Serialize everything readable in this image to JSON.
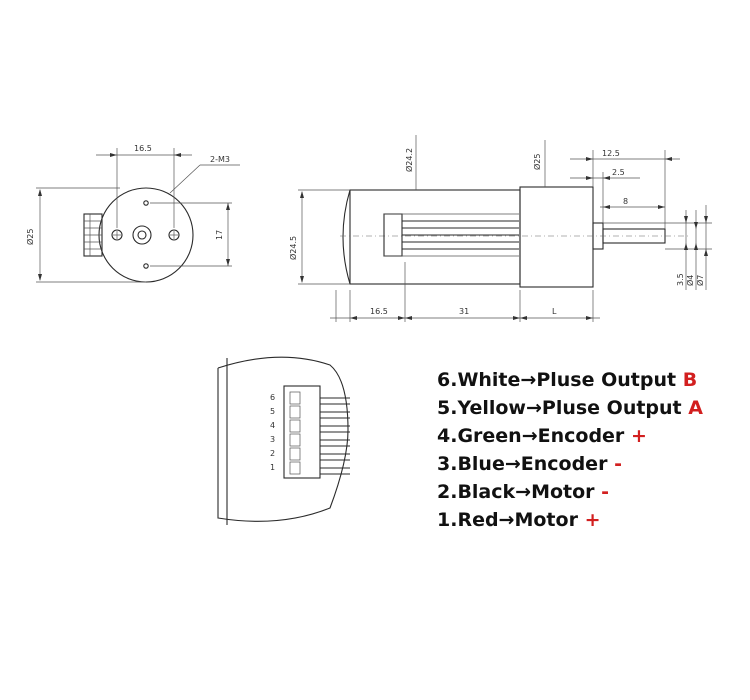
{
  "colors": {
    "line": "#2a2a2a",
    "sign": "#d21f1f",
    "text": "#111111"
  },
  "front_view": {
    "dimensions": {
      "d25": "Ø25",
      "w16_5": "16.5",
      "holes": "2-M3",
      "h17": "17"
    }
  },
  "side_view": {
    "dimensions": {
      "d24_2": "Ø24.2",
      "d25": "Ø25",
      "d24_5": "Ø24.5",
      "l12_5": "12.5",
      "l2_5": "2.5",
      "l8": "8",
      "l16_5": "16.5",
      "l31": "31",
      "lL": "L",
      "l3_5": "3.5",
      "d4": "Ø4",
      "d7": "Ø7"
    }
  },
  "connector_detail": {
    "pin_numbers": [
      "6",
      "5",
      "4",
      "3",
      "2",
      "1"
    ]
  },
  "legend": [
    {
      "text": "6.White→Pluse Output",
      "sign": "B"
    },
    {
      "text": "5.Yellow→Pluse Output",
      "sign": "A"
    },
    {
      "text": "4.Green→Encoder",
      "sign": "+"
    },
    {
      "text": "3.Blue→Encoder",
      "sign": "-"
    },
    {
      "text": "2.Black→Motor",
      "sign": "-"
    },
    {
      "text": "1.Red→Motor",
      "sign": "+"
    }
  ]
}
